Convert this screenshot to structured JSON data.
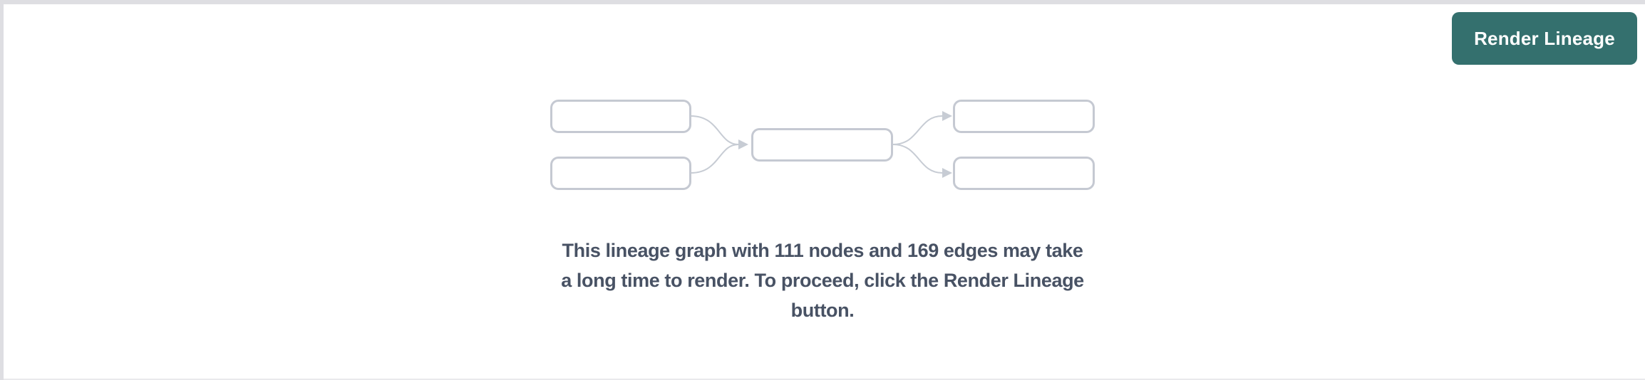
{
  "toolbar": {
    "render_button_label": "Render Lineage",
    "button_color": "#34706e",
    "button_text_color": "#ffffff"
  },
  "placeholder": {
    "graphic": {
      "icon_name": "lineage-graph-icon",
      "node_boxes": 5,
      "box_border_color": "#c5c9d2",
      "arrow_color": "#c7ccd4"
    },
    "message": {
      "lines": [
        "This lineage graph with 111 nodes and 169 edges may take",
        "a long time to render. To proceed, click the Render Lineage",
        "button."
      ],
      "full_text": "This lineage graph with 111 nodes and 169 edges may take a long time to render. To proceed, click the Render Lineage button.",
      "node_count": 111,
      "edge_count": 169,
      "text_color": "#485264"
    }
  },
  "pane": {
    "background": "#ffffff",
    "border_strip_color": "#dedee2"
  }
}
